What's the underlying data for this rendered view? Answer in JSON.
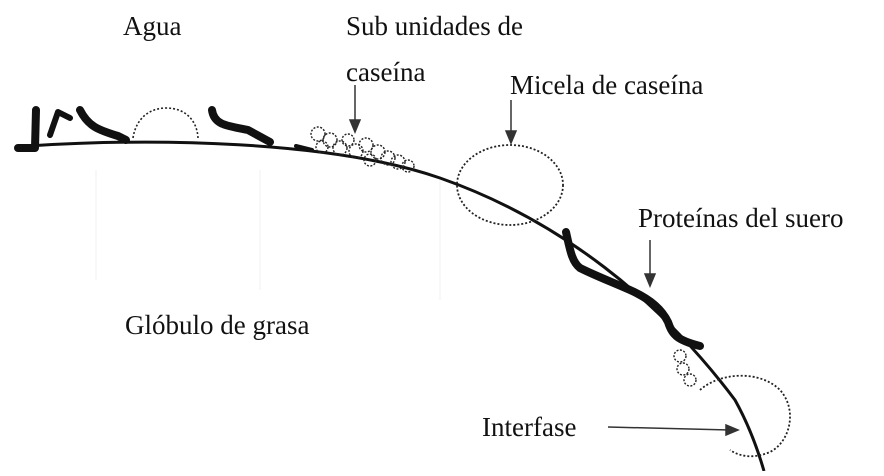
{
  "labels": {
    "agua": "Agua",
    "sub_unidades_line1": "Sub unidades de",
    "sub_unidades_line2": "caseína",
    "micela": "Micela de caseína",
    "proteinas": "Proteínas del suero",
    "globulo": "Glóbulo de grasa",
    "interfase": "Interfase"
  },
  "colors": {
    "ink": "#111111",
    "background": "#ffffff"
  }
}
